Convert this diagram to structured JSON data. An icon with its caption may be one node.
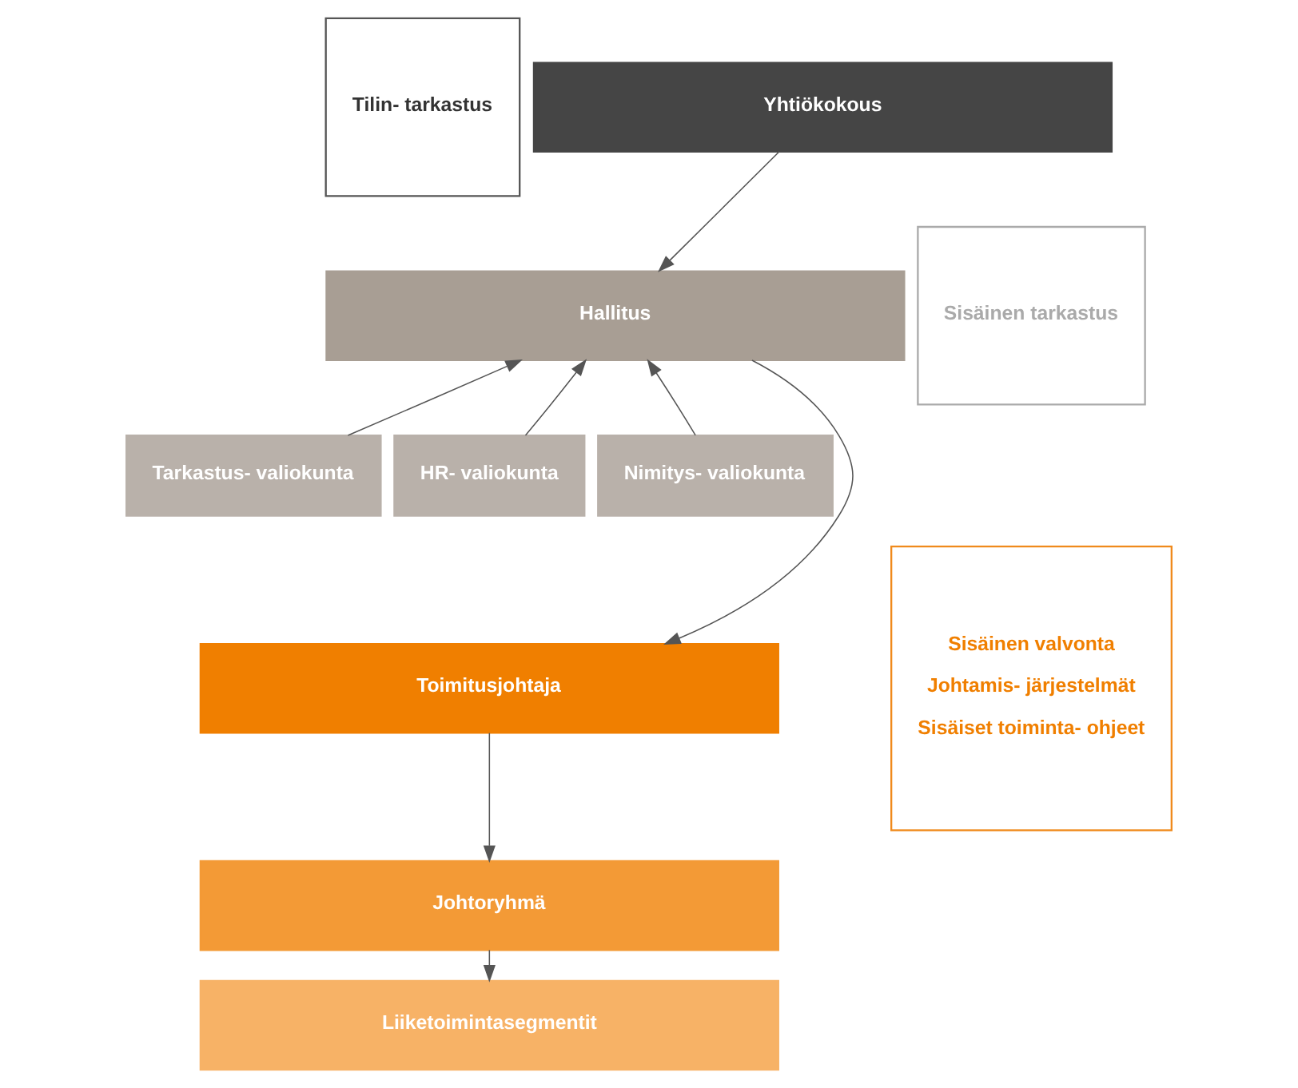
{
  "diagram": {
    "nodes": [
      {
        "text": [
          "Tilin- tarkastus"
        ]
      },
      {
        "text": [
          "Yhtiökokous"
        ]
      },
      {
        "text": [
          "Hallitus"
        ]
      },
      {
        "text": [
          "Tarkastus- valiokunta"
        ]
      },
      {
        "text": [
          "HR- valiokunta"
        ]
      },
      {
        "text": [
          "Nimitys- valiokunta"
        ]
      },
      {
        "text": [
          "Sisäinen tarkastus"
        ]
      },
      {
        "text": [
          "Toimitusjohtaja"
        ]
      },
      {
        "text": [
          "Johtoryhmä"
        ]
      },
      {
        "text": [
          "Liiketoimintasegmentit"
        ]
      },
      {
        "text": [
          "Sisäinen valvonta",
          "Johtamis- järjestelmät",
          "Sisäiset toiminta- ohjeet"
        ]
      }
    ],
    "edges": [
      {
        "from": 1,
        "to": 2,
        "arrow": "to"
      },
      {
        "from": 3,
        "to": 2,
        "arrow": "to"
      },
      {
        "from": 4,
        "to": 2,
        "arrow": "to"
      },
      {
        "from": 5,
        "to": 2,
        "arrow": "to"
      },
      {
        "from": 2,
        "to": 7,
        "arrow": "to"
      },
      {
        "from": 7,
        "to": 8,
        "arrow": "to"
      },
      {
        "from": 8,
        "to": 9,
        "arrow": "to"
      }
    ]
  }
}
